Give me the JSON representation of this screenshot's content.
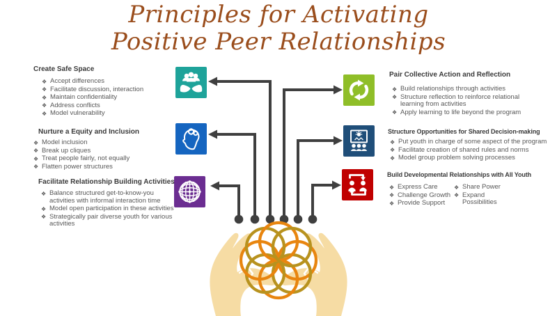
{
  "title": {
    "line1": "Principles for Activating",
    "line2": "Positive Peer Relationships",
    "color": "#9A4D1C"
  },
  "bullet_char": "❖",
  "left_principles": [
    {
      "heading": "Create Safe Space",
      "icon": "hands-holding-people-icon",
      "tile_color": "#1EA39A",
      "bullets": [
        "Accept differences",
        "Facilitate discussion, interaction",
        "Maintain confidentiality",
        "Address conflicts",
        "Model vulnerability"
      ]
    },
    {
      "heading": "Nurture a Equity and Inclusion",
      "icon": "head-with-gears-icon",
      "tile_color": "#1565C0",
      "bullets": [
        "Model inclusion",
        "Break up cliques",
        "Treat people fairly, not equally",
        "Flatten power structures"
      ]
    },
    {
      "heading": "Facilitate Relationship Building Activities",
      "icon": "network-globe-icon",
      "tile_color": "#6B2D91",
      "bullets": [
        "Balance structured get-to-know-you activities with informal interaction time",
        "Model open participation in these activities",
        "Strategically pair diverse youth for various activities"
      ]
    }
  ],
  "right_principles": [
    {
      "heading": "Pair Collective Action and Reflection",
      "icon": "cycle-arrows-icon",
      "tile_color": "#8FBE28",
      "bullets": [
        "Build relationships through activities",
        "Structure reflection to reinforce relational learning from activities",
        "Apply learning to life beyond the program"
      ]
    },
    {
      "heading": "Structure Opportunities for Shared Decision-making",
      "icon": "presentation-idea-icon",
      "tile_color": "#1F4E79",
      "bullets": [
        "Put youth in charge of some aspect of the program",
        "Facilitate creation of shared rules and norms",
        "Model group problem solving processes"
      ]
    },
    {
      "heading": "Build Developmental Relationships with All Youth",
      "icon": "people-exchange-icon",
      "tile_color": "#C00000",
      "bullets_col1": [
        "Express Care",
        "Challenge Growth",
        "Provide Support"
      ],
      "bullets_col2": [
        "Share Power",
        "Expand Possibilities"
      ]
    }
  ],
  "center_graphic": {
    "name": "hands-holding-mandala",
    "hand_color": "#F6DCA4",
    "ring_colors": [
      "#E8850F",
      "#B8921E"
    ],
    "connector_color": "#3F3F3F"
  }
}
